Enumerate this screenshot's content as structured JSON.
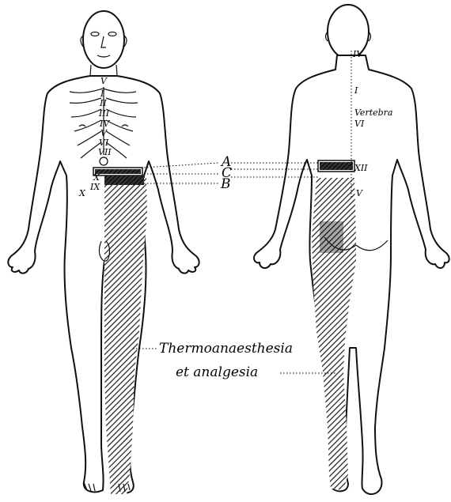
{
  "labels": {
    "band_a": "A",
    "band_c": "C",
    "band_b": "B",
    "thermo": "Thermoanaesthesia",
    "analgesia": "et analgesia"
  },
  "front_segments": [
    "V",
    "I",
    "II",
    "III",
    "IV",
    "V",
    "VI",
    "VII",
    "X",
    "IX",
    "X"
  ],
  "back_segments": [
    "IV",
    "I",
    "Vertebra",
    "VI",
    "XII",
    "V"
  ],
  "colors": {
    "ink": "#111111",
    "hatch": "#222222",
    "paper": "#ffffff"
  }
}
